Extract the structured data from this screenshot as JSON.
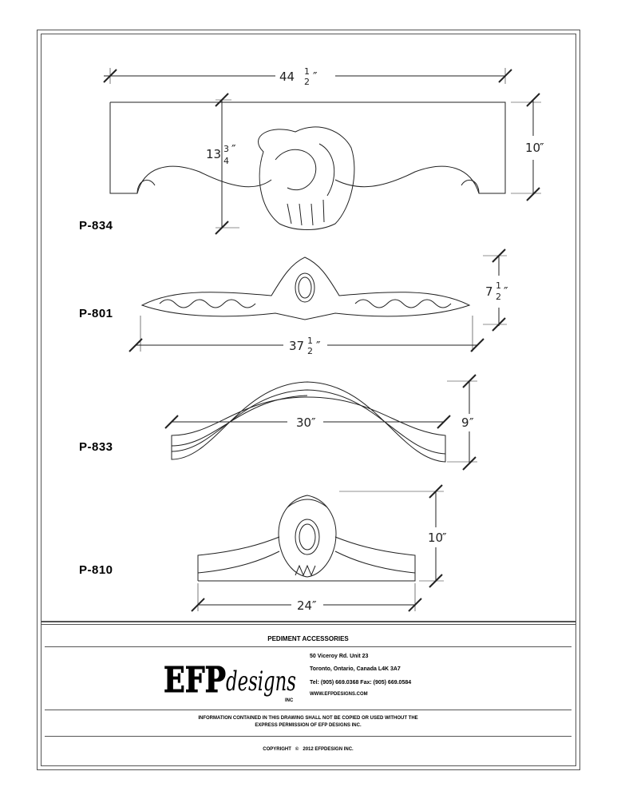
{
  "parts": [
    {
      "code": "P-834",
      "width": {
        "whole": "44",
        "num": "1",
        "den": "2",
        "unit": "″"
      },
      "height": {
        "whole": "13",
        "num": "3",
        "den": "4",
        "unit": "″"
      },
      "side": {
        "whole": "10",
        "unit": "″"
      }
    },
    {
      "code": "P-801",
      "width": {
        "whole": "37",
        "num": "1",
        "den": "2",
        "unit": "″"
      },
      "height": {
        "whole": "7",
        "num": "1",
        "den": "2",
        "unit": "″"
      }
    },
    {
      "code": "P-833",
      "width": {
        "whole": "30",
        "unit": "″"
      },
      "height": {
        "whole": "9",
        "unit": "″"
      }
    },
    {
      "code": "P-810",
      "width": {
        "whole": "24",
        "unit": "″"
      },
      "height": {
        "whole": "10",
        "unit": "″"
      }
    }
  ],
  "titleblock": {
    "title": "PEDIMENT ACCESSORIES",
    "logo_text": "EFP designs INC",
    "address": [
      "50 Viceroy Rd. Unit 23",
      "Toronto, Ontario, Canada  L4K 3A7",
      "Tel: (905) 669.0368  Fax: (905) 669.0584",
      "www.efpdesigns.com"
    ],
    "notice": [
      "INFORMATION CONTAINED IN THIS DRAWING SHALL NOT BE COPIED OR USED WITHOUT THE",
      "EXPRESS PERMISSION OF EFP DESIGNS INC."
    ],
    "copyright": "COPYRIGHT   ©   2012 EFPDESIGN INC."
  }
}
